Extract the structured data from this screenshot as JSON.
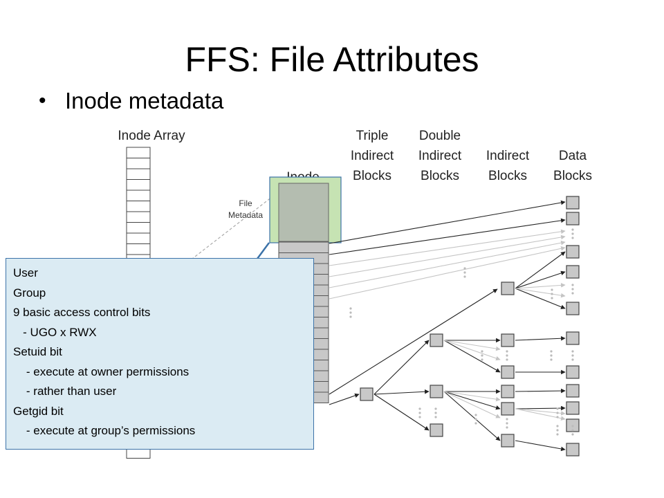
{
  "slide": {
    "title": "FFS: File Attributes",
    "bullet": "Inode metadata"
  },
  "diagram": {
    "labels": {
      "inode_array": "Inode Array",
      "inode": "Inode",
      "file_metadata_1": "File",
      "file_metadata_2": "Metadata",
      "triple_1": "Triple",
      "triple_2": "Indirect",
      "triple_3": "Blocks",
      "double_1": "Double",
      "double_2": "Indirect",
      "double_3": "Blocks",
      "indirect_1": "Indirect",
      "indirect_2": "Blocks",
      "data_1": "Data",
      "data_2": "Blocks"
    }
  },
  "callout": {
    "lines": [
      "User",
      "Group",
      "9 basic access control bits",
      "   - UGO x RWX",
      "Setuid bit",
      "    - execute at owner permissions",
      "    - rather than user",
      "Getgid bit",
      "    - execute at group’s permissions"
    ]
  },
  "colors": {
    "callout_fill": "#dbebf3",
    "callout_border": "#3b72a8",
    "inode_highlight": "#c6e3b3",
    "block_fill": "#c8c8c8"
  }
}
